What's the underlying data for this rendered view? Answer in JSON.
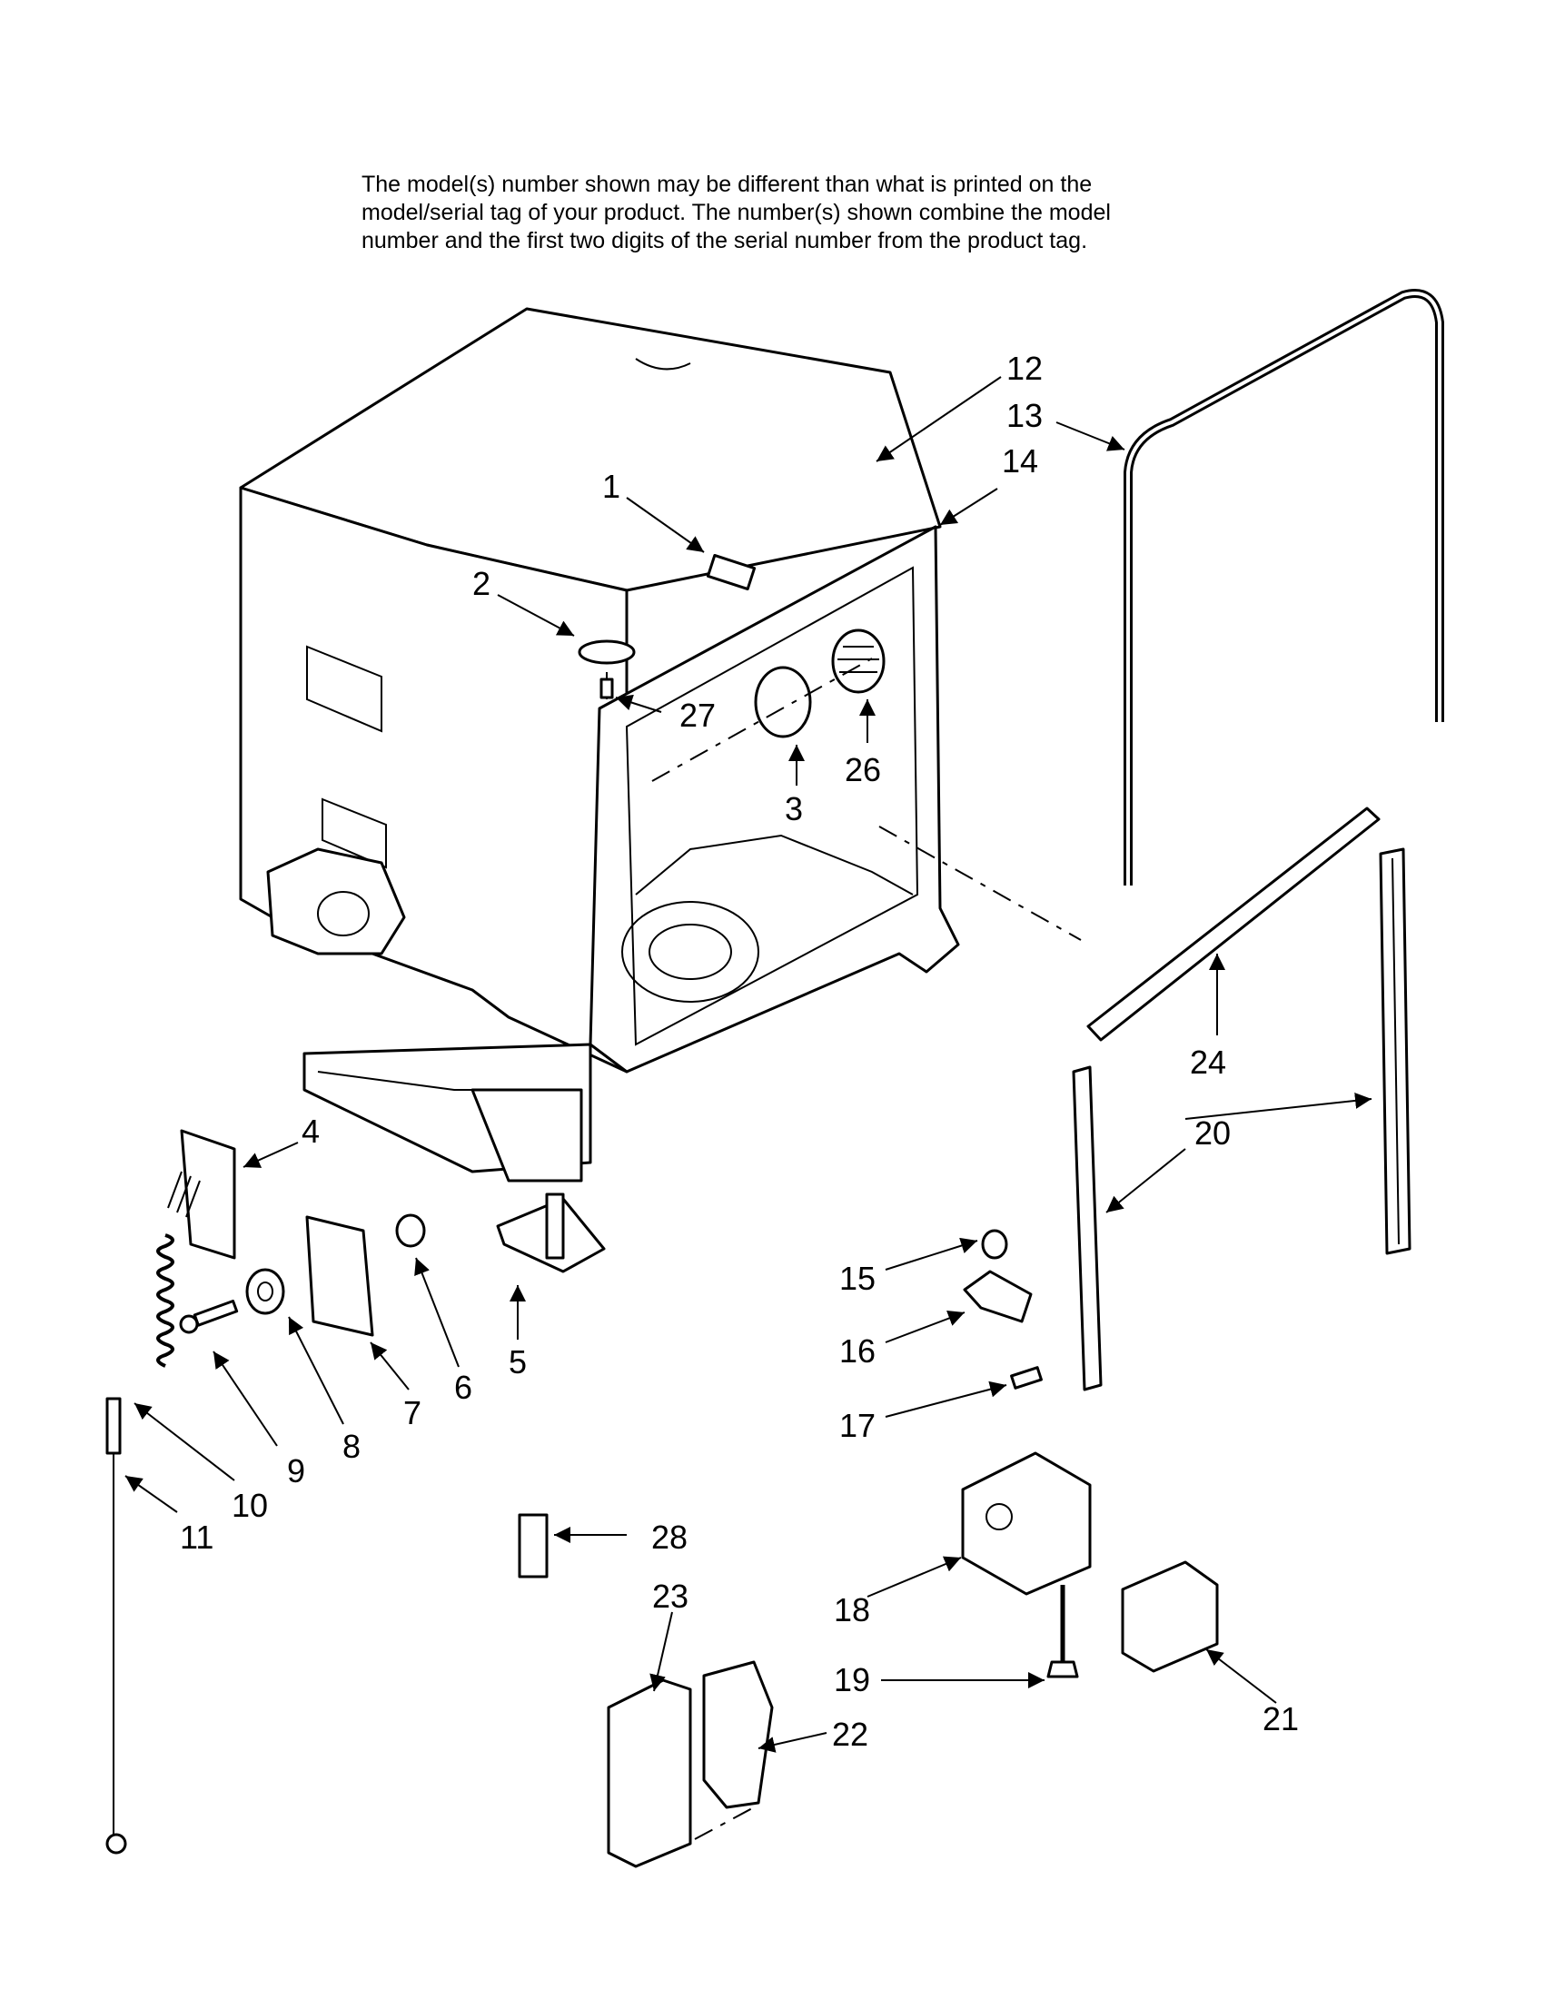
{
  "note": {
    "line1": "The model(s) number shown may be different than what is printed on the",
    "line2": "model/serial tag of your product. The number(s) shown combine the model",
    "line3": "number and the first two digits of the serial number from the product tag."
  },
  "callouts": {
    "c1": "1",
    "c2": "2",
    "c3": "3",
    "c4": "4",
    "c5": "5",
    "c6": "6",
    "c7": "7",
    "c8": "8",
    "c9": "9",
    "c10": "10",
    "c11": "11",
    "c12": "12",
    "c13": "13",
    "c14": "14",
    "c15": "15",
    "c16": "16",
    "c17": "17",
    "c18": "18",
    "c19": "19",
    "c20": "20",
    "c21": "21",
    "c22": "22",
    "c23": "23",
    "c24": "24",
    "c26": "26",
    "c27": "27",
    "c28": "28"
  }
}
